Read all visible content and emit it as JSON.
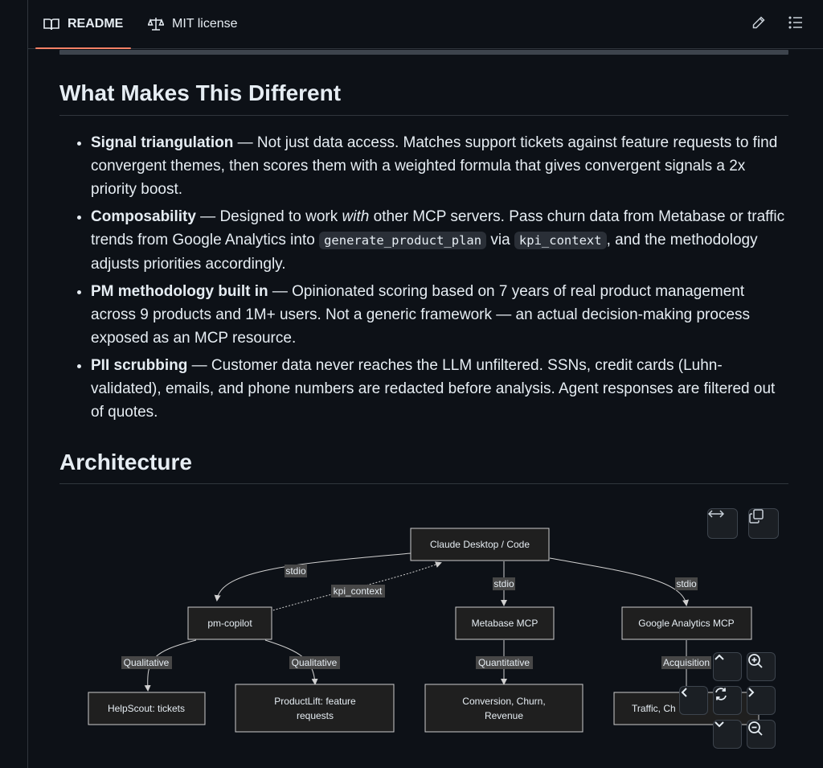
{
  "tabs": {
    "readme": "README",
    "license": "MIT license"
  },
  "section_differ": {
    "title": "What Makes This Different",
    "items": [
      {
        "bold": "Signal triangulation",
        "text": " — Not just data access. Matches support tickets against feature requests to find convergent themes, then scores them with a weighted formula that gives convergent signals a 2x priority boost."
      },
      {
        "bold": "Composability",
        "pre": " — Designed to work ",
        "em": "with",
        "mid": " other MCP servers. Pass churn data from Metabase or traffic trends from Google Analytics into ",
        "code1": "generate_product_plan",
        "mid2": " via ",
        "code2": "kpi_context",
        "post": ", and the methodology adjusts priorities accordingly."
      },
      {
        "bold": "PM methodology built in",
        "text": " — Opinionated scoring based on 7 years of real product management across 9 products and 1M+ users. Not a generic framework — an actual decision-making process exposed as an MCP resource."
      },
      {
        "bold": "PII scrubbing",
        "text": " — Customer data never reaches the LLM unfiltered. SSNs, credit cards (Luhn-validated), emails, and phone numbers are redacted before analysis. Agent responses are filtered out of quotes."
      }
    ]
  },
  "section_arch": {
    "title": "Architecture"
  },
  "diagram": {
    "nodes": {
      "claude": "Claude Desktop / Code",
      "copilot": "pm-copilot",
      "metabase": "Metabase MCP",
      "ga": "Google Analytics MCP",
      "helpscout": "HelpScout: tickets",
      "productlift_1": "ProductLift: feature",
      "productlift_2": "requests",
      "conversion_1": "Conversion, Churn,",
      "conversion_2": "Revenue",
      "traffic": "Traffic, Ch"
    },
    "edges": {
      "stdio_1": "stdio",
      "kpi": "kpi_context",
      "stdio_2": "stdio",
      "stdio_3": "stdio",
      "qual_1": "Qualitative",
      "qual_2": "Qualitative",
      "quant": "Quantitative",
      "acq": "Acquisition"
    }
  },
  "icons": {
    "readme": "book-icon",
    "license": "scale-icon",
    "edit": "pencil-icon",
    "toc": "list-icon",
    "fullscreen": "arrows-horizontal-icon",
    "copy": "copy-icon",
    "up": "chevron-up-icon",
    "down": "chevron-down-icon",
    "left": "chevron-left-icon",
    "right": "chevron-right-icon",
    "reset": "reset-icon",
    "zoom_in": "zoom-in-icon",
    "zoom_out": "zoom-out-icon"
  },
  "colors": {
    "background": "#0d1117",
    "text": "#e6edf3",
    "border": "#30363d",
    "tab_underline": "#f78166",
    "node_fill": "#1f1f1f",
    "label_bg": "#474747"
  }
}
